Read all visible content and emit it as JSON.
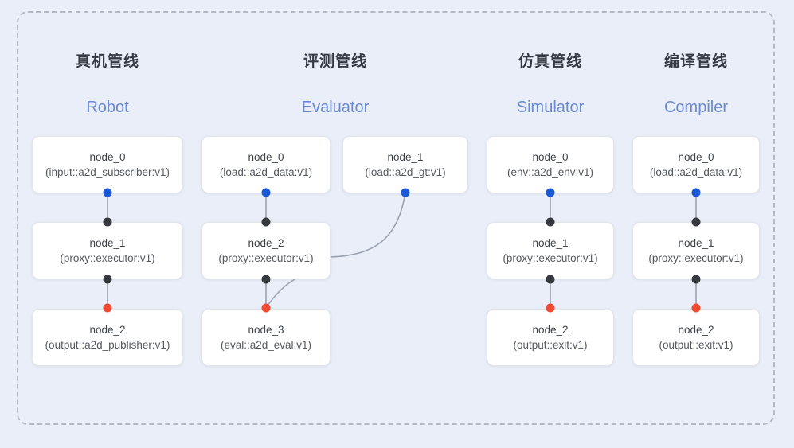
{
  "diagram": {
    "background_color": "#e9eef8",
    "frame_border_color": "#b3b9c4",
    "accent_blue": "#6b8ad4",
    "port_colors": {
      "input": "#1a56d6",
      "middle": "#35393e",
      "output": "#f04a32"
    }
  },
  "columns": [
    {
      "title": "真机管线",
      "subtitle": "Robot",
      "nodes": [
        {
          "name": "node_0",
          "type": "(input::a2d_subscriber:v1)"
        },
        {
          "name": "node_1",
          "type": "(proxy::executor:v1)"
        },
        {
          "name": "node_2",
          "type": "(output::a2d_publisher:v1)"
        }
      ]
    },
    {
      "title": "评测管线",
      "subtitle": "Evaluator",
      "nodes": [
        {
          "name": "node_0",
          "type": "(load::a2d_data:v1)"
        },
        {
          "name": "node_1",
          "type": "(load::a2d_gt:v1)"
        },
        {
          "name": "node_2",
          "type": "(proxy::executor:v1)"
        },
        {
          "name": "node_3",
          "type": "(eval::a2d_eval:v1)"
        }
      ]
    },
    {
      "title": "仿真管线",
      "subtitle": "Simulator",
      "nodes": [
        {
          "name": "node_0",
          "type": "(env::a2d_env:v1)"
        },
        {
          "name": "node_1",
          "type": "(proxy::executor:v1)"
        },
        {
          "name": "node_2",
          "type": "(output::exit:v1)"
        }
      ]
    },
    {
      "title": "编译管线",
      "subtitle": "Compiler",
      "nodes": [
        {
          "name": "node_0",
          "type": "(load::a2d_data:v1)"
        },
        {
          "name": "node_1",
          "type": "(proxy::executor:v1)"
        },
        {
          "name": "node_2",
          "type": "(output::exit:v1)"
        }
      ]
    }
  ]
}
